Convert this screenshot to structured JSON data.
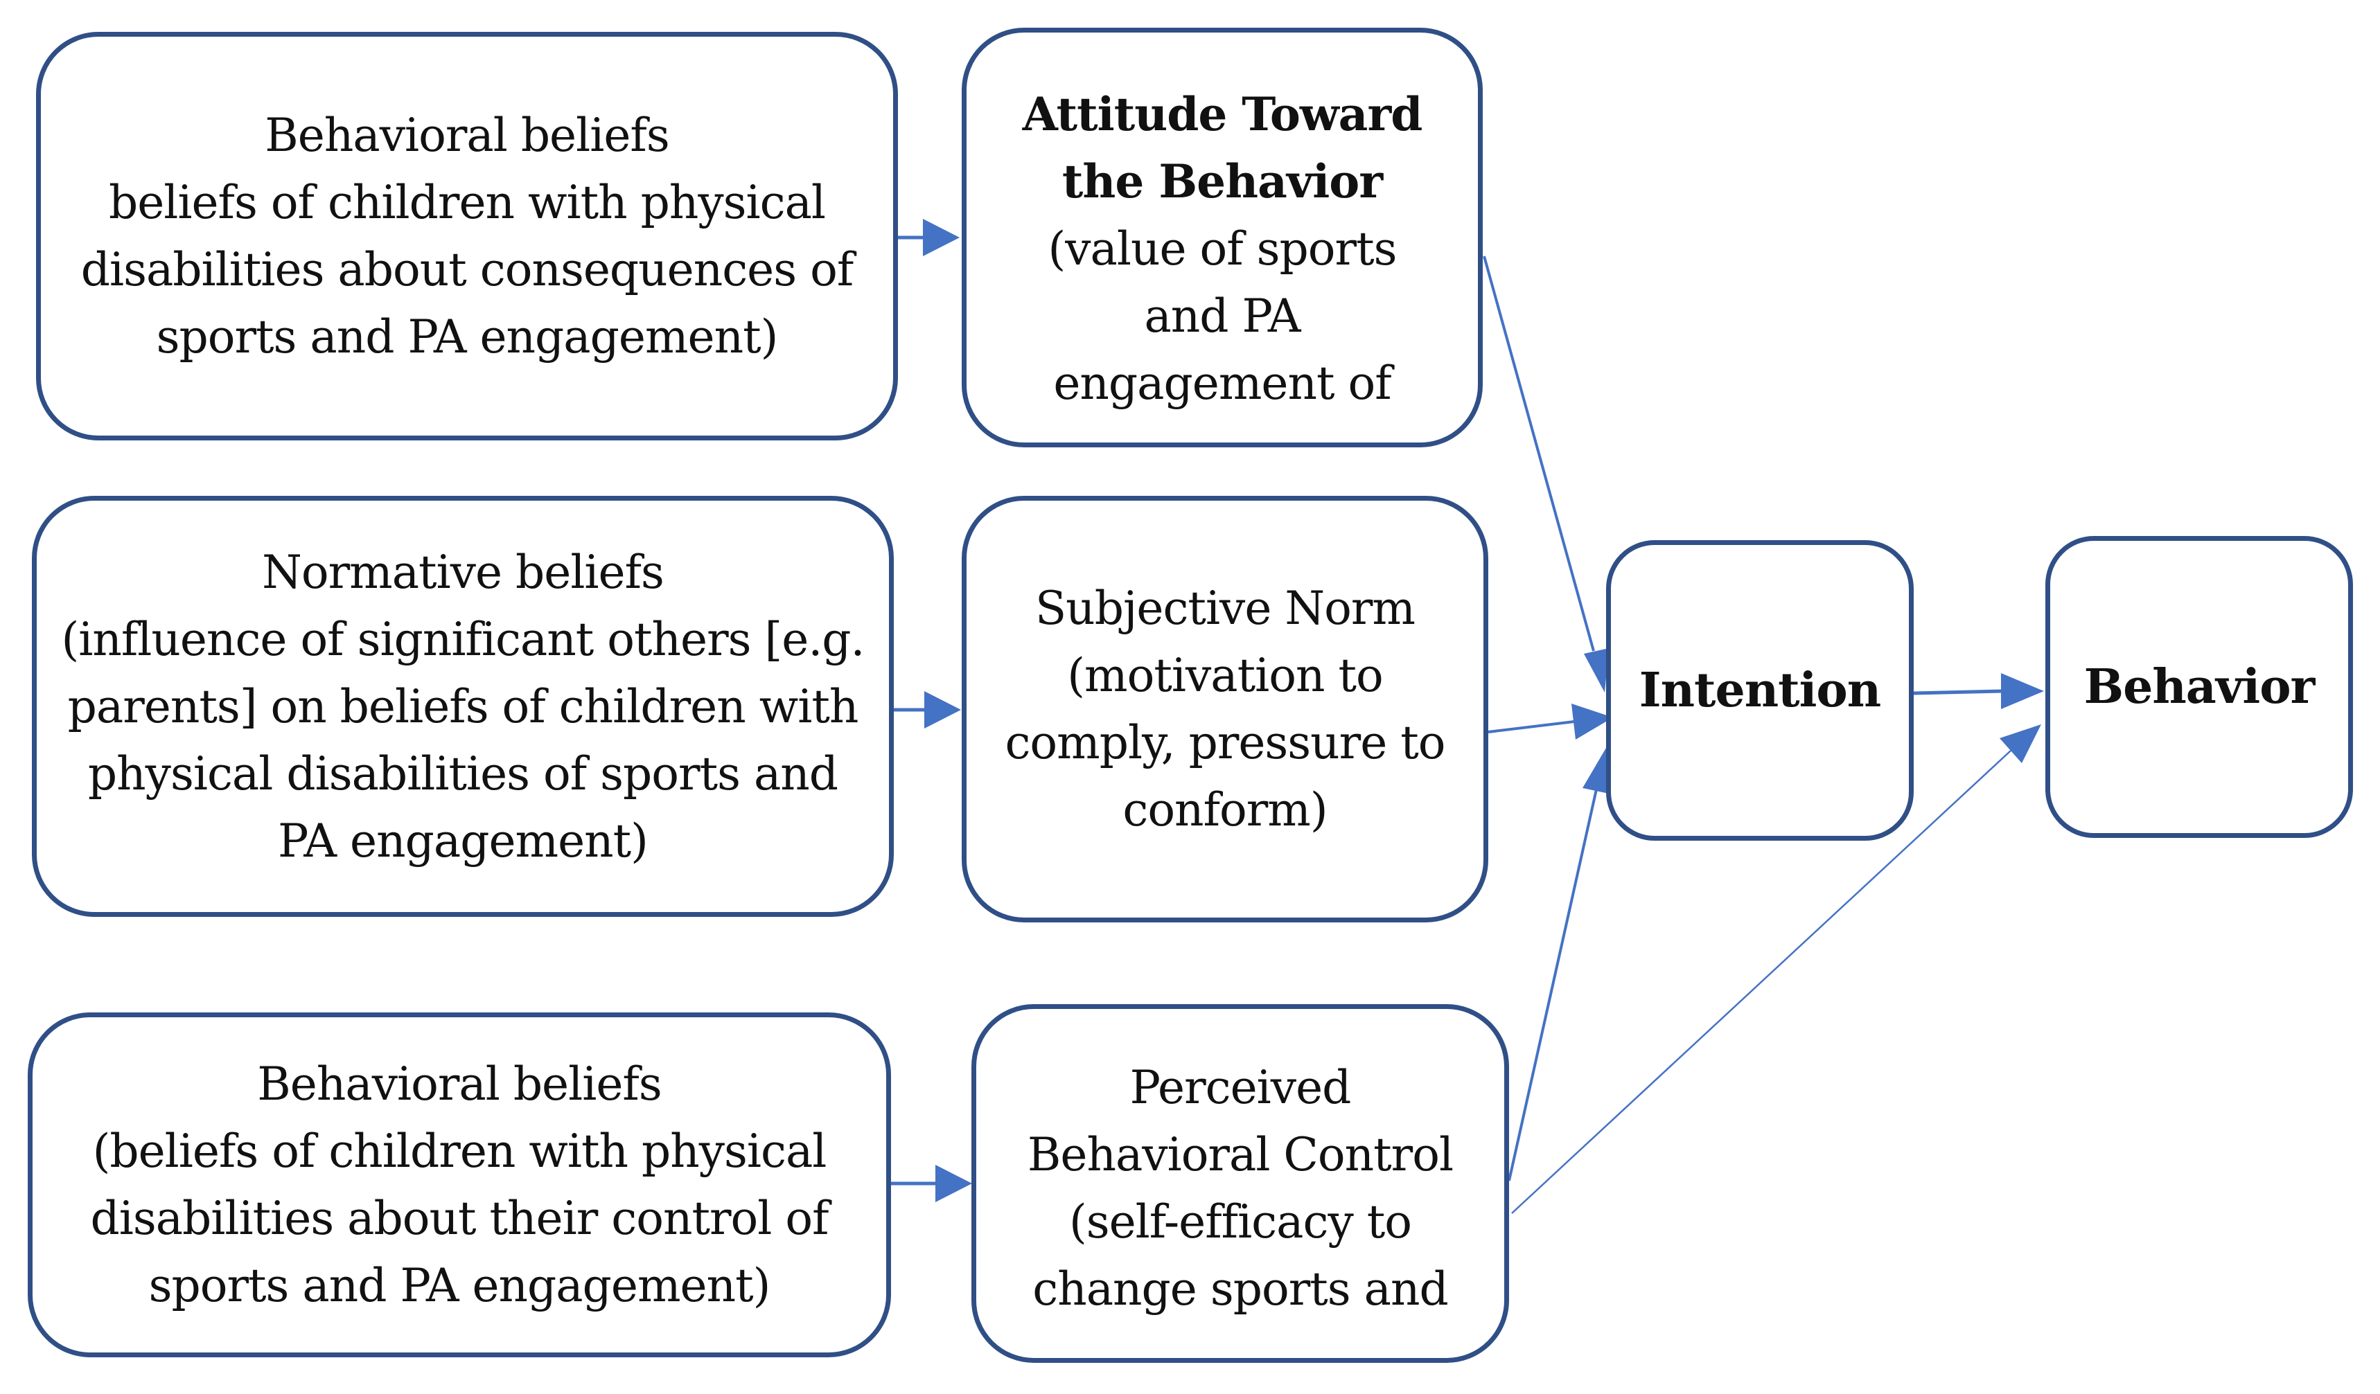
{
  "boxes": {
    "behavioral_beliefs_1": {
      "title": "Behavioral beliefs",
      "lines": [
        "beliefs of children with physical",
        "disabilities about consequences of",
        "sports and PA engagement)"
      ]
    },
    "attitude": {
      "title_lines": [
        "Attitude Toward",
        "the Behavior"
      ],
      "lines": [
        "(value of sports",
        "and PA",
        "engagement of"
      ]
    },
    "normative_beliefs": {
      "title": "Normative beliefs",
      "lines": [
        "(influence of significant others [e.g.",
        "parents] on beliefs of children with",
        "physical disabilities of sports and",
        "PA engagement)"
      ]
    },
    "subjective_norm": {
      "title": "Subjective Norm",
      "lines": [
        "(motivation to",
        "comply, pressure to",
        "conform)"
      ]
    },
    "behavioral_beliefs_2": {
      "title": "Behavioral beliefs",
      "lines": [
        "(beliefs of children with physical",
        "disabilities about their control of",
        "sports and PA engagement)"
      ]
    },
    "perceived_control": {
      "title_lines": [
        "Perceived",
        "Behavioral Control"
      ],
      "lines": [
        "(self-efficacy to",
        "change sports and"
      ]
    },
    "intention": {
      "title": "Intention"
    },
    "behavior": {
      "title": "Behavior"
    }
  },
  "colors": {
    "border": "#2f4f86",
    "arrow": "#4472c4",
    "text": "#111111"
  }
}
